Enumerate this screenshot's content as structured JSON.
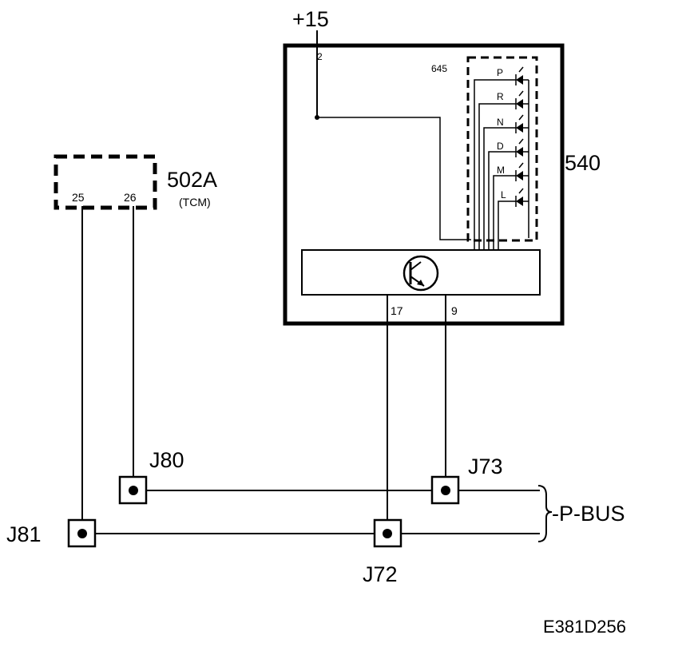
{
  "supply": {
    "label": "+15",
    "pin": "2"
  },
  "module_540": {
    "label": "540",
    "sub_label": "645",
    "leds": [
      "P",
      "R",
      "N",
      "D",
      "M",
      "L"
    ],
    "pin_17": "17",
    "pin_9": "9"
  },
  "module_502a": {
    "label": "502A",
    "sub_label": "(TCM)",
    "pin_25": "25",
    "pin_26": "26"
  },
  "connectors": {
    "j80": "J80",
    "j73": "J73",
    "j81": "J81",
    "j72": "J72"
  },
  "bus_label": "-P-BUS",
  "figure_code": "E381D256"
}
